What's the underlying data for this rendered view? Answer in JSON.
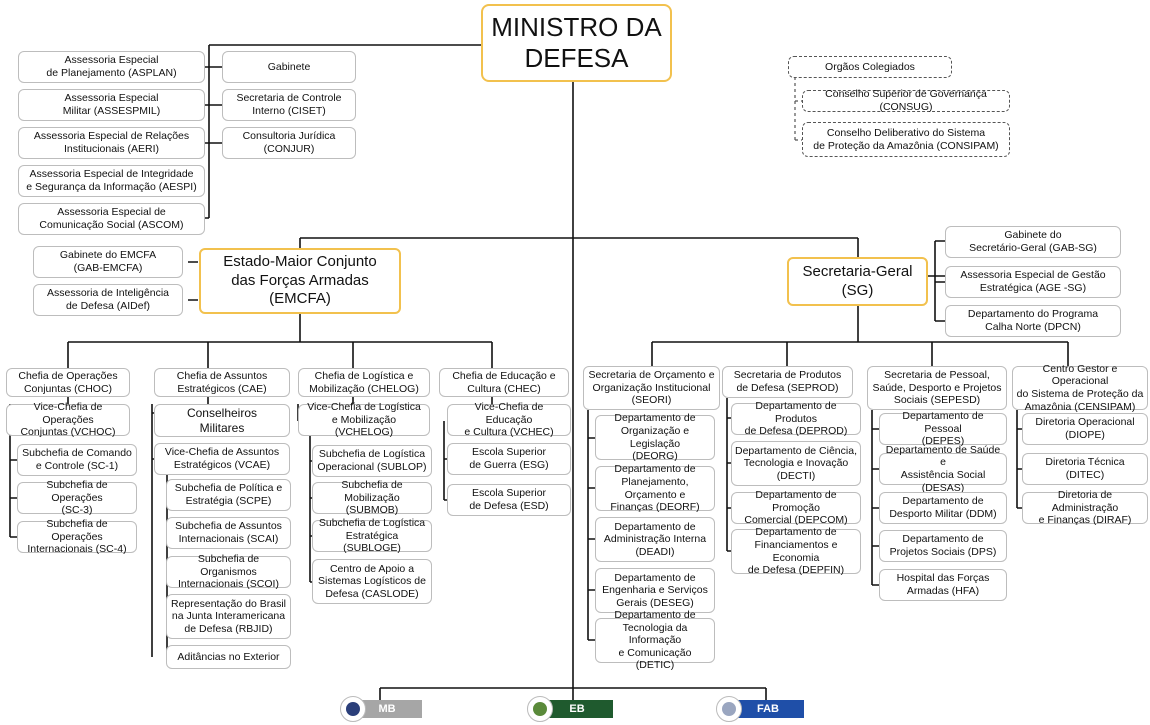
{
  "colors": {
    "highlight_border": "#f2c14e",
    "box_border": "#bdbdbd",
    "line": "#111111",
    "mb": "#a6a6a6",
    "eb": "#1f5a2e",
    "fab": "#1f4fa8",
    "flag": [
      "#cfcfcf",
      "#2e7a3a",
      "#1f4fa8"
    ]
  },
  "minister": "MINISTRO DA\nDEFESA",
  "left_units": [
    "Assessoria Especial\nde Planejamento (ASPLAN)",
    "Assessoria Especial\nMilitar (ASSESPMIL)",
    "Assessoria Especial de Relações\nInstitucionais (AERI)",
    "Assessoria Especial de Integridade\ne Segurança da Informação  (AESPI)",
    "Assessoria Especial de\nComunicação Social (ASCOM)"
  ],
  "right_units": [
    "Gabinete",
    "Secretaria de Controle\nInterno (CISET)",
    "Consultoria Jurídica\n(CONJUR)"
  ],
  "collegiate": {
    "title": "Orgãos Colegiados",
    "items": [
      "Conselho Superior de Governança (CONSUG)",
      "Conselho Deliberativo do Sistema\nde Proteção da Amazônia (CONSIPAM)"
    ]
  },
  "emcfa": {
    "title": "Estado-Maior Conjunto\ndas Forças Armadas\n(EMCFA)",
    "staff": [
      "Gabinete do EMCFA\n(GAB-EMCFA)",
      "Assessoria de Inteligência\nde Defesa (AIDef)"
    ]
  },
  "sg": {
    "title": "Secretaria-Geral\n(SG)",
    "staff": [
      "Gabinete do\nSecretário-Geral (GAB-SG)",
      "Assessoria Especial de Gestão\nEstratégica (AGE -SG)",
      "Departamento do Programa\nCalha Norte (DPCN)"
    ]
  },
  "choc": {
    "head": "Chefia de Operações\nConjuntas (CHOC)",
    "vice": "Vice-Chefia de Operações\nConjuntas (VCHOC)",
    "subs": [
      "Subchefia de Comando\ne Controle (SC-1)",
      "Subchefia de Operações\n(SC-3)",
      "Subchefia de Operações\nInternacionais (SC-4)"
    ]
  },
  "cae": {
    "head": "Chefia de Assuntos\nEstratégicos (CAE)",
    "council": "Conselheiros\nMilitares",
    "vice": "Vice-Chefia de Assuntos\nEstratégicos (VCAE)",
    "subs": [
      "Subchefia de Política e\nEstratégia (SCPE)",
      "Subchefia de Assuntos\nInternacionais (SCAI)",
      "Subchefia de Organismos\nInternacionais (SCOI)",
      "Representação do Brasil\nna Junta Interamericana\nde Defesa (RBJID)",
      "Aditâncias no Exterior"
    ]
  },
  "chelog": {
    "head": "Chefia de Logística e\nMobilização (CHELOG)",
    "vice": "Vice-Chefia de Logística\ne Mobilização (VCHELOG)",
    "subs": [
      "Subchefia de Logística\nOperacional (SUBLOP)",
      "Subchefia de Mobilização\n(SUBMOB)",
      "Subchefia de Logística\nEstratégica (SUBLOGE)",
      "Centro de Apoio a\nSistemas Logísticos de\nDefesa (CASLODE)"
    ]
  },
  "chec": {
    "head": "Chefia de Educação e\nCultura (CHEC)",
    "vice": "Vice-Chefia de Educação\ne Cultura (VCHEC)",
    "subs": [
      "Escola Superior\nde Guerra (ESG)",
      "Escola Superior\nde Defesa (ESD)"
    ]
  },
  "seori": {
    "head": "Secretaria de Orçamento e\nOrganização Institucional\n(SEORI)",
    "subs": [
      "Departamento de\nOrganização e Legislação\n(DEORG)",
      "Departamento de\nPlanejamento, Orçamento e\nFinanças (DEORF)",
      "Departamento de\nAdministração Interna\n(DEADI)",
      "Departamento de\nEngenharia e Serviços\nGerais (DESEG)",
      "Departamento de\nTecnologia da Informação\ne Comunicação (DETIC)"
    ]
  },
  "seprod": {
    "head": "Secretaria de Produtos\nde Defesa (SEPROD)",
    "subs": [
      "Departamento de Produtos\nde Defesa (DEPROD)",
      "Departamento de Ciência,\nTecnologia e Inovação\n(DECTI)",
      "Departamento de Promoção\nComercial (DEPCOM)",
      "Departamento de\nFinanciamentos e Economia\nde Defesa (DEPFIN)"
    ]
  },
  "sepesd": {
    "head": "Secretaria de Pessoal,\nSaúde, Desporto e Projetos\nSociais (SEPESD)",
    "subs": [
      "Departamento de Pessoal\n(DEPES)",
      "Departamento de Saúde e\nAssistência Social (DESAS)",
      "Departamento de\nDesporto Militar (DDM)",
      "Departamento de\nProjetos Sociais (DPS)",
      "Hospital das Forças\nArmadas (HFA)"
    ]
  },
  "censipam": {
    "head": "Centro Gestor e Operacional\ndo Sistema de Proteção da\nAmazônia (CENSIPAM)",
    "subs": [
      "Diretoria Operacional\n(DIOPE)",
      "Diretoria Técnica\n(DITEC)",
      "Diretoria de Administração\ne Finanças (DIRAF)"
    ]
  },
  "forces": [
    "MB",
    "EB",
    "FAB"
  ],
  "force_emblems": [
    "navy-emblem-icon",
    "army-emblem-icon",
    "air-force-emblem-icon"
  ]
}
